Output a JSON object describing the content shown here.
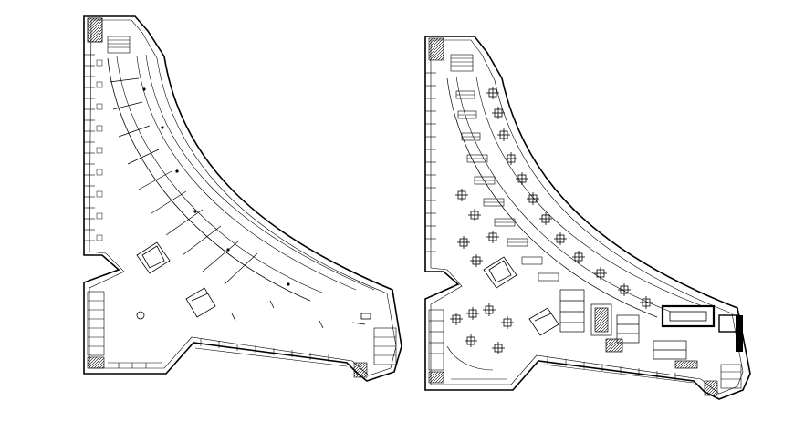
{
  "drawing": {
    "type": "architectural floor plan",
    "plans": [
      {
        "id": "plan-left",
        "variant": "empty shell floor plan"
      },
      {
        "id": "plan-right",
        "variant": "furnished floor plan"
      }
    ],
    "line_color": "#000000",
    "background_color": "#ffffff"
  }
}
